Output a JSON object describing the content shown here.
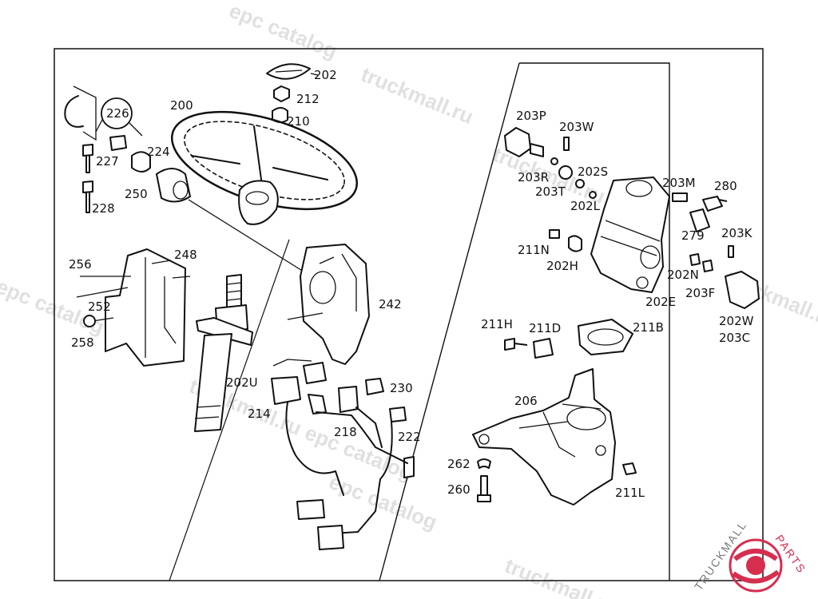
{
  "watermarks": [
    "epc catalog",
    "truckmall.ru",
    "l epc catalog",
    "truckmall.ru epc catalog",
    "truckmall.ru",
    "truckmall.ru",
    "epc catalog",
    "truckmall.ru e"
  ],
  "logo": {
    "text": "TRUCKMALL",
    "accent": "PARTS",
    "color": "#d62e4f"
  },
  "labels": {
    "l202": "202",
    "l212": "212",
    "l210": "210",
    "l200": "200",
    "l226": "226",
    "l224": "224",
    "l227": "227",
    "l228": "228",
    "l250": "250",
    "l256": "256",
    "l248": "248",
    "l252": "252",
    "l258": "258",
    "l242": "242",
    "l202U": "202U",
    "l230": "230",
    "l214": "214",
    "l218": "218",
    "l222": "222",
    "l203P": "203P",
    "l203W": "203W",
    "l203R": "203R",
    "l202S": "202S",
    "l203T": "203T",
    "l202L": "202L",
    "l203M": "203M",
    "l280": "280",
    "l279": "279",
    "l203K": "203K",
    "l211N": "211N",
    "l202H": "202H",
    "l202N": "202N",
    "l203F": "203F",
    "l202E": "202E",
    "l202W": "202W",
    "l203C": "203C",
    "l211H": "211H",
    "l211D": "211D",
    "l211B": "211B",
    "l206": "206",
    "l262": "262",
    "l260": "260",
    "l211L": "211L"
  }
}
